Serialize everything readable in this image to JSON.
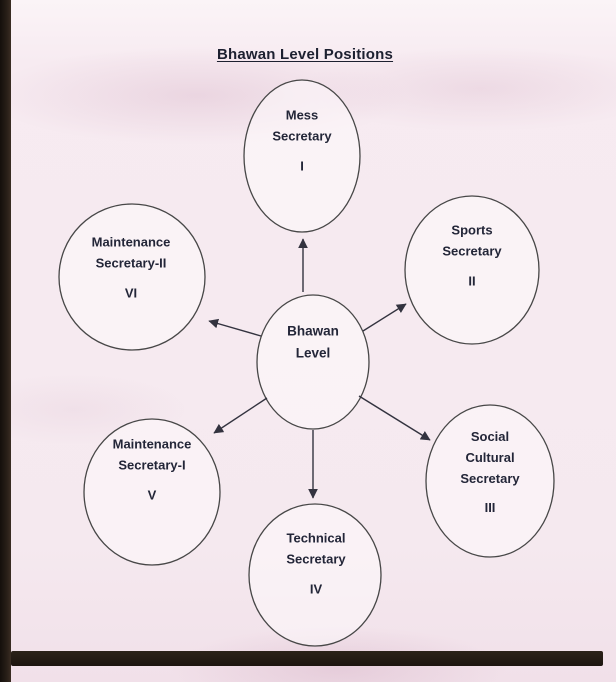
{
  "title": "Bhawan Level Positions",
  "diagram": {
    "center": {
      "name": "Bhawan Level",
      "lines": [
        "Bhawan",
        "Level"
      ]
    },
    "nodes": [
      {
        "name": "Mess Secretary",
        "lines": [
          "Mess",
          "Secretary"
        ],
        "numeral": "I",
        "position": "top"
      },
      {
        "name": "Sports Secretary",
        "lines": [
          "Sports",
          "Secretary"
        ],
        "numeral": "II",
        "position": "upper-right"
      },
      {
        "name": "Social Cultural Secretary",
        "lines": [
          "Social",
          "Cultural",
          "Secretary"
        ],
        "numeral": "III",
        "position": "lower-right"
      },
      {
        "name": "Technical Secretary",
        "lines": [
          "Technical",
          "Secretary"
        ],
        "numeral": "IV",
        "position": "bottom"
      },
      {
        "name": "Maintenance Secretary-I",
        "lines": [
          "Maintenance",
          "Secretary-I"
        ],
        "numeral": "V",
        "position": "lower-left"
      },
      {
        "name": "Maintenance Secretary-II",
        "lines": [
          "Maintenance",
          "Secretary-II"
        ],
        "numeral": "VI",
        "position": "upper-left"
      }
    ],
    "edges": [
      {
        "from": "Bhawan Level",
        "to": "Mess Secretary"
      },
      {
        "from": "Bhawan Level",
        "to": "Sports Secretary"
      },
      {
        "from": "Bhawan Level",
        "to": "Social Cultural Secretary"
      },
      {
        "from": "Bhawan Level",
        "to": "Technical Secretary"
      },
      {
        "from": "Bhawan Level",
        "to": "Maintenance Secretary-I"
      },
      {
        "from": "Bhawan Level",
        "to": "Maintenance Secretary-II"
      }
    ]
  },
  "colors": {
    "ink": "#232638",
    "ellipse_stroke": "#474747",
    "page_tint": "#f5e9ef",
    "scan_edge": "#251c15"
  }
}
